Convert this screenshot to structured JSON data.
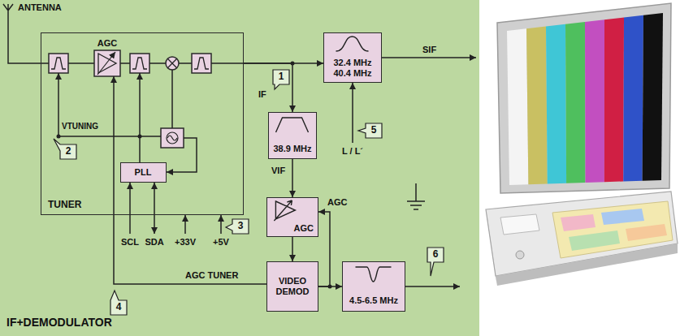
{
  "diagram": {
    "title": "IF+DEMODULATOR",
    "nodes": [
      {
        "text": [
          "TUNER"
        ]
      },
      {
        "text": [
          "PLL"
        ],
        "in": 0
      },
      {
        "text": [
          "32.4 MHz 40.4 MHz"
        ]
      },
      {
        "text": [
          "38.9 MHz"
        ]
      },
      {
        "text": [
          "AGC"
        ]
      },
      {
        "text": [
          "VIDEO DEMOD"
        ]
      },
      {
        "text": [
          "4.5-6.5 MHz"
        ]
      }
    ],
    "edges": [
      {
        "from": 0,
        "to": 2,
        "arrow": "to"
      },
      {
        "from": 0,
        "to": 3,
        "arrow": "to"
      },
      {
        "from": 3,
        "to": 4,
        "arrow": "to"
      },
      {
        "from": 4,
        "to": 5,
        "arrow": "to"
      },
      {
        "from": 5,
        "to": 6,
        "arrow": "to"
      },
      {
        "from": 5,
        "to": 4,
        "label": "AGC",
        "arrow": "to"
      }
    ],
    "labels": [
      "ANTENNA",
      "AGC",
      "1",
      "IF",
      "SIF",
      "VTUNING",
      "2",
      "5",
      "L / L´",
      "VIF",
      "3",
      "SCL",
      "SDA",
      "+33V",
      "+5V",
      "AGC TUNER",
      "6",
      "4"
    ]
  }
}
